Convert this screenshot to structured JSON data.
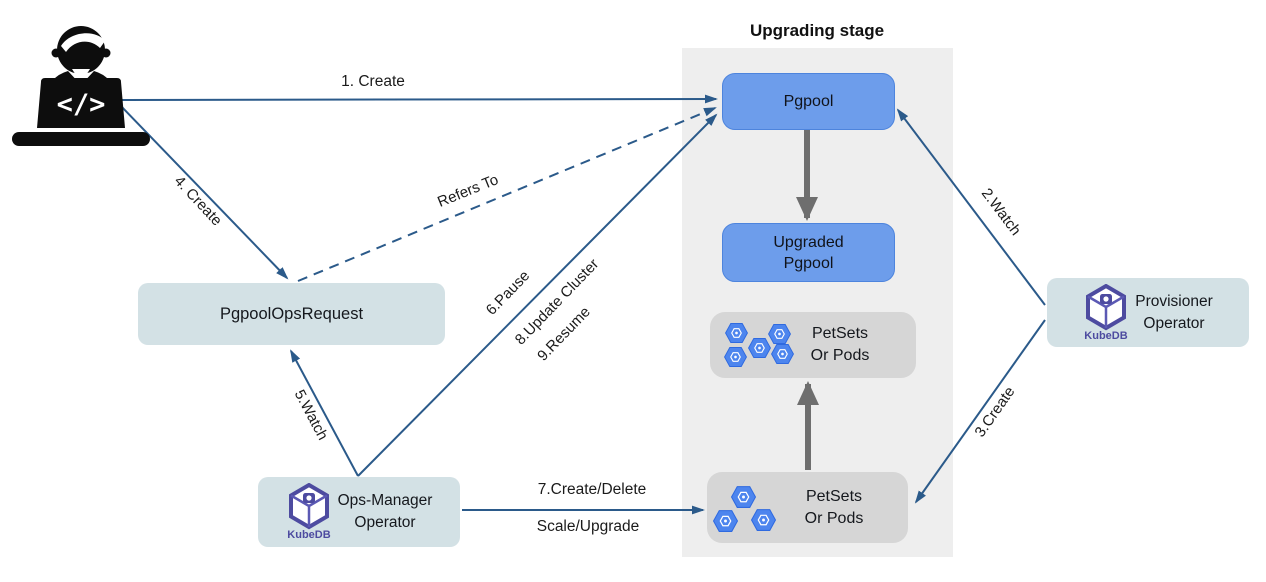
{
  "panel": {
    "title": "Upgrading stage"
  },
  "colors": {
    "arrow_blue": "#2b5a8a",
    "arrow_gray": "#6e6e6e",
    "box_blue": "#6d9deb",
    "box_blue_border": "#4d84dd",
    "box_gray": "#d6d6d6",
    "box_teal": "#d3e1e5",
    "panel_bg": "#eeeeee",
    "pod_blue": "#4d85ee",
    "kubedb_purple": "#4d4ba0"
  },
  "actor": {
    "laptop_glyph": "</>"
  },
  "boxes": {
    "pgpool": {
      "label": "Pgpool"
    },
    "upgraded_pgpool": {
      "line1": "Upgraded",
      "line2": "Pgpool"
    },
    "petsets_top": {
      "line1": "PetSets",
      "line2": "Or Pods",
      "pod_count": 5
    },
    "petsets_bottom": {
      "line1": "PetSets",
      "line2": "Or Pods",
      "pod_count": 3
    },
    "pgpool_ops_request": {
      "label": "PgpoolOpsRequest"
    },
    "ops_manager": {
      "line1": "Ops-Manager",
      "line2": "Operator",
      "logo_text": "KubeDB"
    },
    "provisioner": {
      "line1": "Provisioner",
      "line2": "Operator",
      "logo_text": "KubeDB"
    }
  },
  "edges": {
    "e1": "1. Create",
    "e2": "2.Watch",
    "e3": "3.Create",
    "e4": "4. Create",
    "e5": "5.Watch",
    "e6": "6.Pause",
    "e7a": "7.Create/Delete",
    "e7b": "Scale/Upgrade",
    "e8": "8.Update Cluster",
    "e9": "9.Resume",
    "refers": "Refers To"
  }
}
